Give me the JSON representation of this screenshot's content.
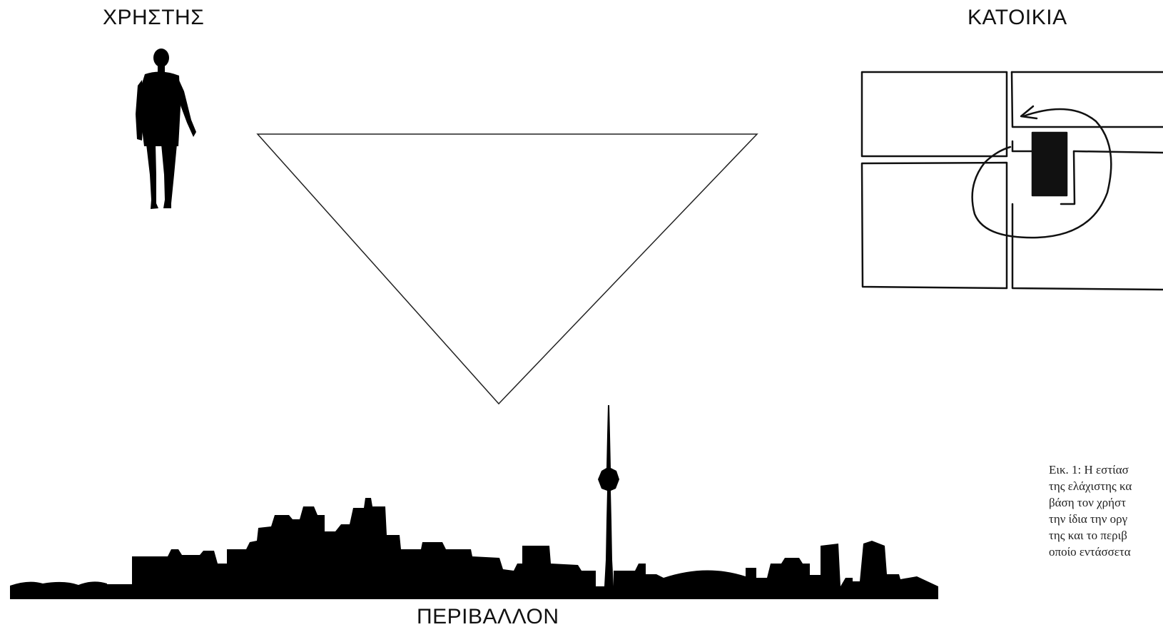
{
  "labels": {
    "user": "ΧΡΗΣΤΗΣ",
    "house": "ΚΑΤΟΙΚΙΑ",
    "environment": "ΠΕΡΙΒΑΛΛΟΝ"
  },
  "caption": {
    "lines": [
      "Εικ. 1: Η εστίασ",
      "της ελάχιστης κα",
      "βάση τον χρήστ",
      "την ίδια την οργ",
      "της και το περιβ",
      "οποίο εντάσσετα"
    ]
  },
  "colors": {
    "ink": "#111111",
    "silhouette": "#000000",
    "background": "#ffffff",
    "caption_text": "#222222"
  }
}
